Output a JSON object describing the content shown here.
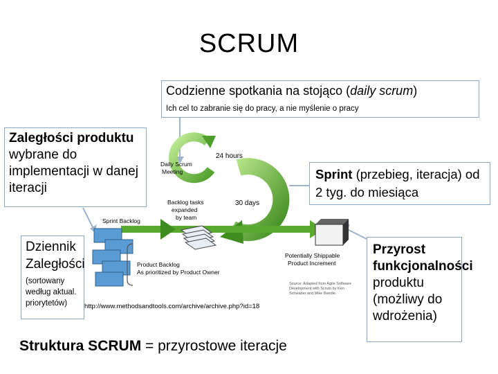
{
  "title": "SCRUM",
  "daily_box": {
    "line1_pre": "Codzienne spotkania na stojąco (",
    "line1_em": "daily scrum",
    "line1_post": ")",
    "line2": "Ich cel to zabranie się do pracy, a nie myślenie o pracy"
  },
  "product_backlog_box": {
    "bold": "Zaległości produktu",
    "rest": " wybrane do implementacji w danej iteracji"
  },
  "sprint_box": {
    "bold": "Sprint",
    "rest": " (przebieg, iteracja) od 2 tyg. do miesiąca"
  },
  "log_box": {
    "title": "Dziennik Zaległości",
    "subtitle": "(sortowany według aktual. priorytetów)"
  },
  "increment_box": {
    "bold": "Przyrost funkcjonalności",
    "rest": " produktu (możliwy do wdrożenia)"
  },
  "figure": {
    "label_24h": "24 hours",
    "label_30d": "30 days",
    "daily_meeting": [
      "Daily Scrum",
      "Meeting"
    ],
    "backlog_tasks": [
      "Backlog tasks",
      "expanded",
      "by team"
    ],
    "sprint_backlog": "Sprint Backlog",
    "product_backlog": [
      "Product Backlog",
      "As prioritized by Product Owner"
    ],
    "increment": [
      "Potentially Shippable",
      "Product Increment"
    ],
    "source": [
      "Source: Adapted from Agile Software",
      "Development with Scrum by Ken",
      "Schwaber and Mike Beedle."
    ]
  },
  "url": "http://www.methodsandtools.com/archive/archive.php?id=18",
  "footer": {
    "bold": "Struktura SCRUM",
    "rest": " = przyrostowe iteracje"
  },
  "colors": {
    "box_border": "#8aa6c8",
    "green_dark": "#3f8c1f",
    "green_light": "#a6dd6a",
    "block_blue": "#5a9bd4",
    "connector": "#9fb4cc"
  }
}
